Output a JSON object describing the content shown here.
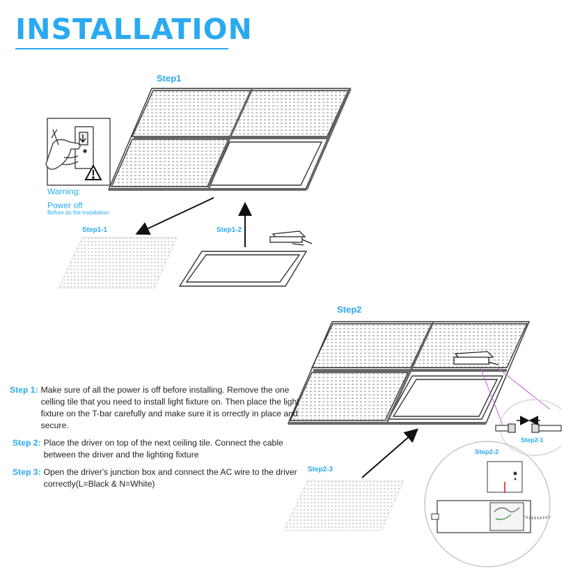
{
  "title": "INSTALLATION",
  "labels": {
    "step1": "Step1",
    "step1_1": "Step1-1",
    "step1_2": "Step1-2",
    "step2": "Step2",
    "step2_1": "Step2-1",
    "step2_2": "Step2-2",
    "step2_3": "Step2-3"
  },
  "warning": {
    "heading": "Warning:",
    "line1": "Power off",
    "line2": "Before do the installation"
  },
  "instructions": [
    {
      "key": "Step 1:",
      "text": "Make sure of all the power is off before installing. Remove the one celling tile that you need to install light fixture on. Then place the light fixture on the T-bar carefully and make sure it is orrectly in place and secure."
    },
    {
      "key": "Step 2:",
      "text": "Place the driver on top of the next ceiling tile. Connect the cable between the driver and the  lighting fixture"
    },
    {
      "key": "Step 3:",
      "text": "Open the driver's junction box and connect the AC wire to the driver correctly(L=Black & N=White)"
    }
  ],
  "colors": {
    "accent": "#2aaaf0",
    "body_text": "#222222",
    "line_art": "#333333",
    "wire_magenta": "#c060d0",
    "wire_red": "#e02020"
  },
  "icons": [
    "switch-hand-icon",
    "warning-triangle-icon"
  ]
}
